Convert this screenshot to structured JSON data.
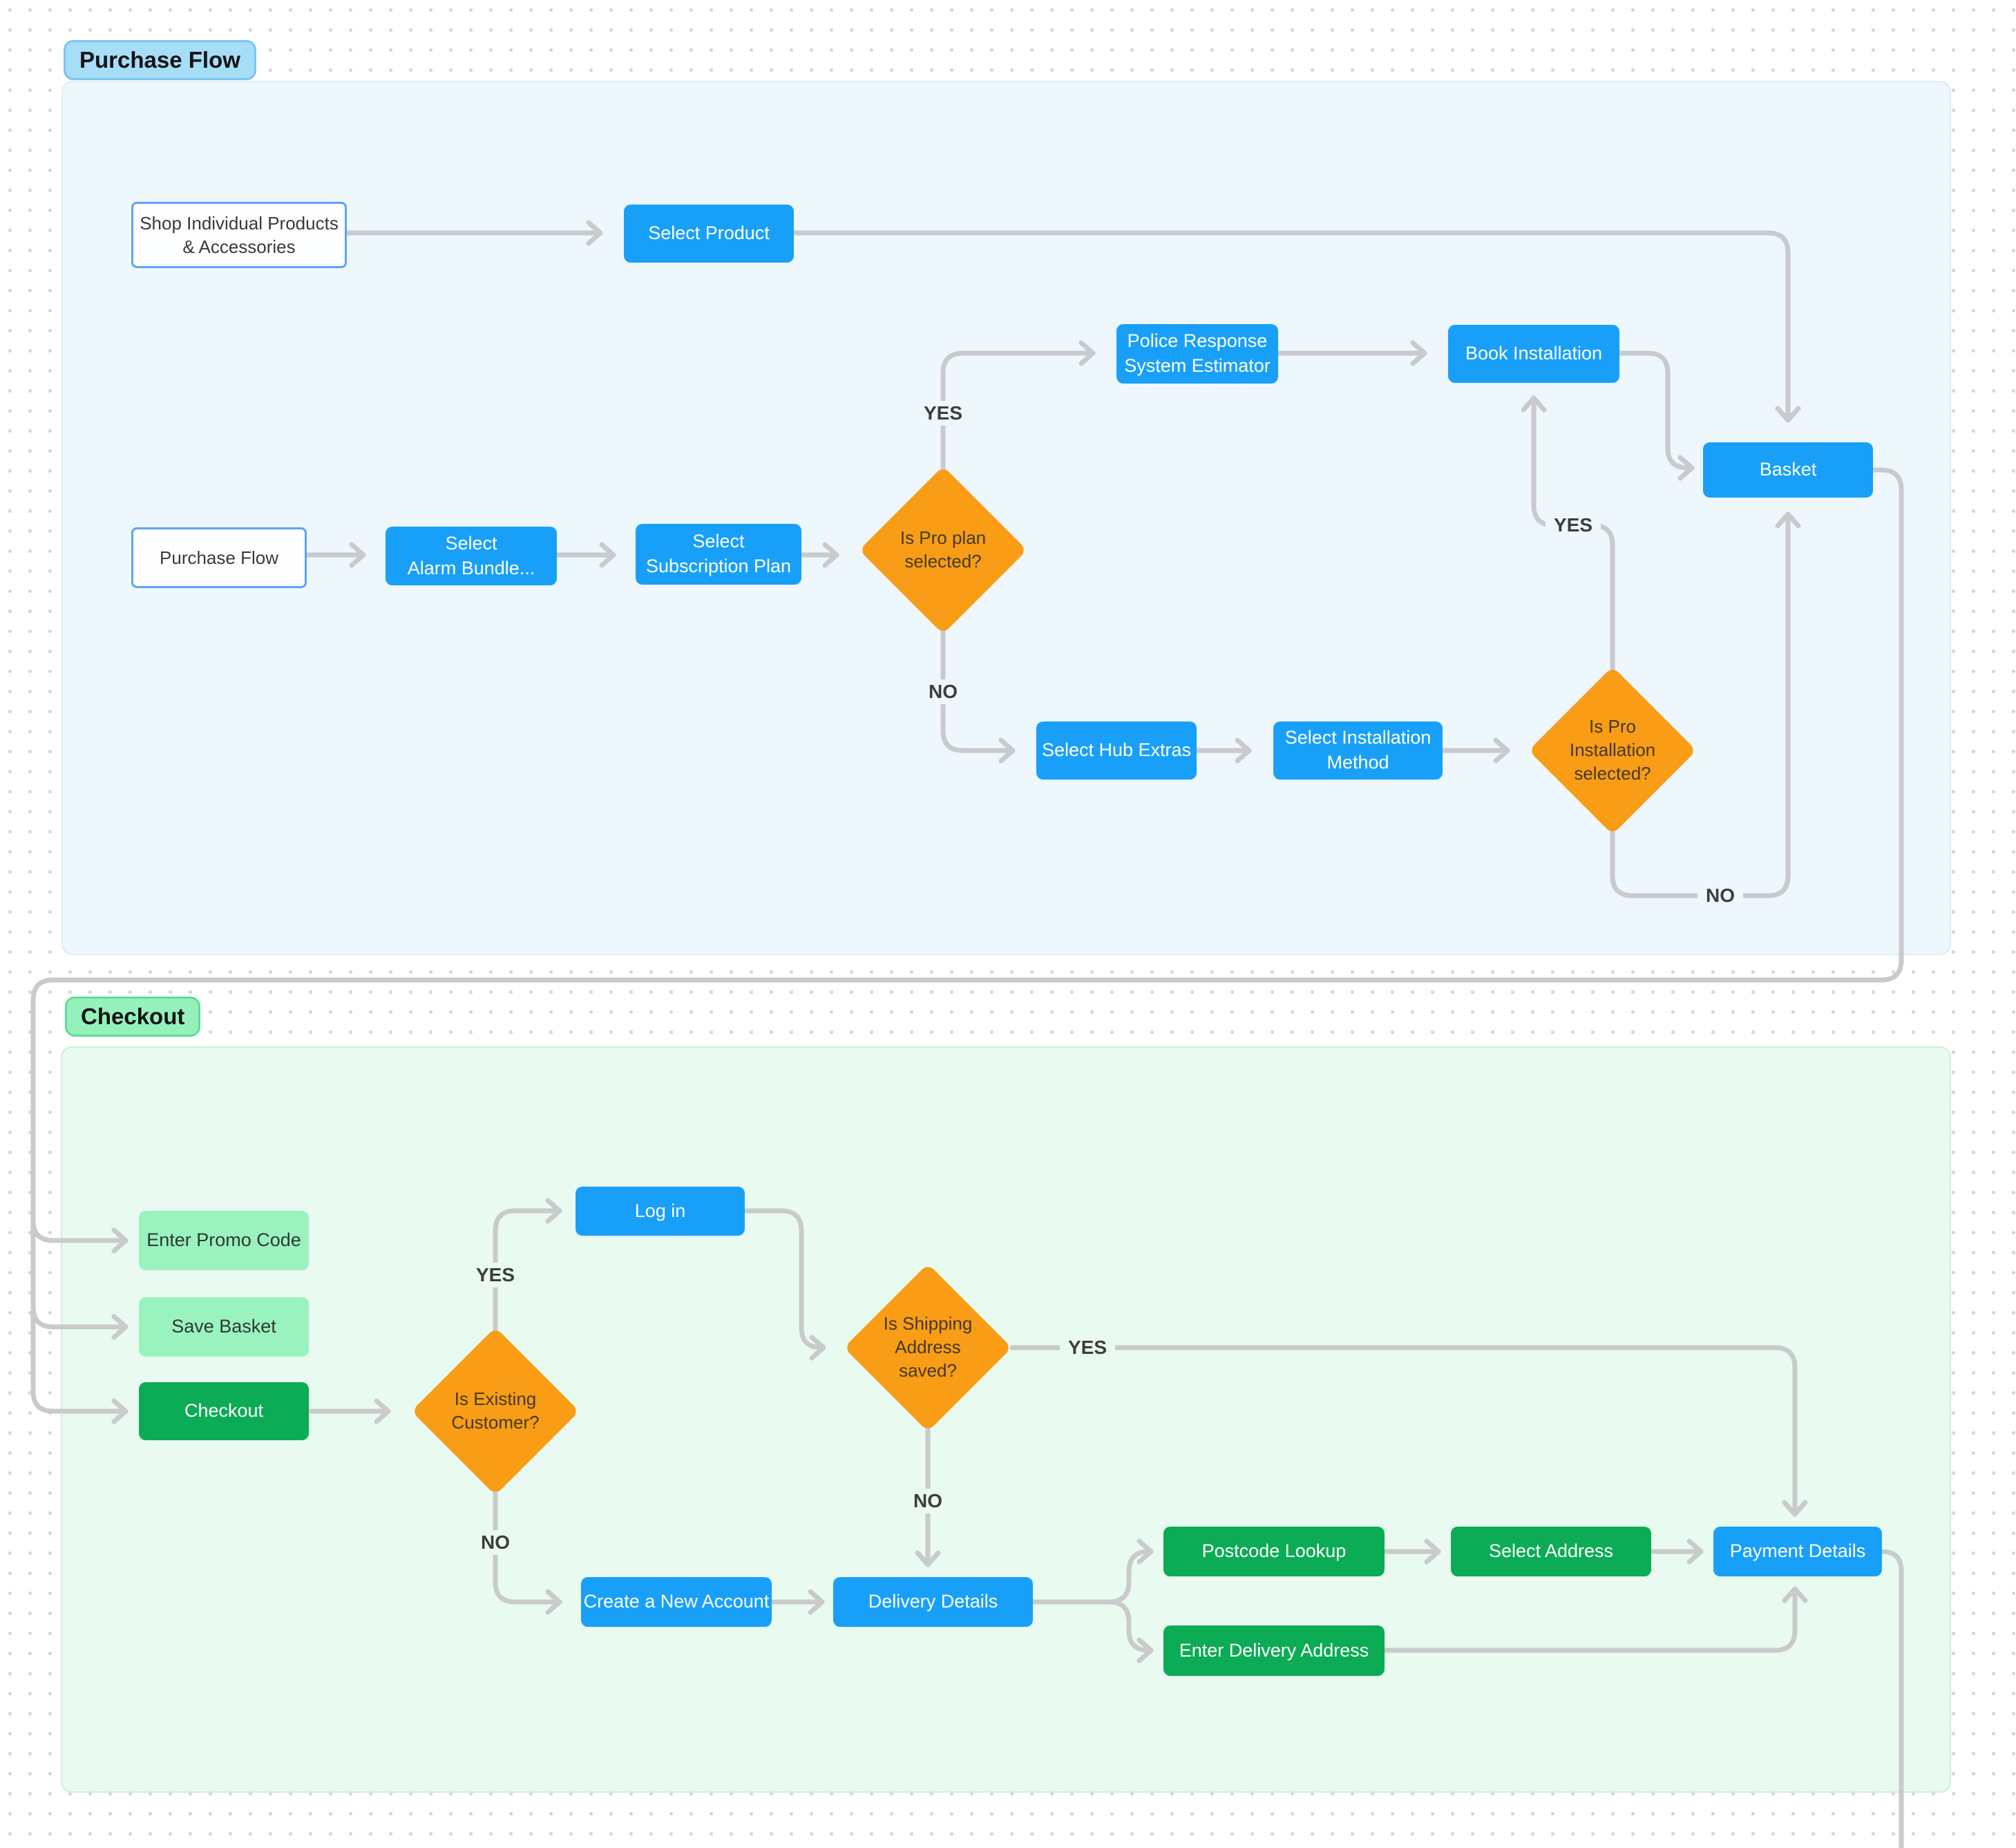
{
  "sections": {
    "purchase": {
      "label": "Purchase Flow"
    },
    "checkout": {
      "label": "Checkout"
    }
  },
  "nodes": {
    "shop_individual": {
      "label": "Shop Individual Products\n& Accessories",
      "type": "start"
    },
    "select_product": {
      "label": "Select Product",
      "type": "process"
    },
    "police_response": {
      "label": "Police Response\nSystem Estimator",
      "type": "process"
    },
    "book_installation": {
      "label": "Book Installation",
      "type": "process"
    },
    "basket": {
      "label": "Basket",
      "type": "process"
    },
    "purchase_flow_start": {
      "label": "Purchase Flow",
      "type": "start"
    },
    "select_alarm_bundle": {
      "label": "Select\nAlarm Bundle...",
      "type": "process"
    },
    "select_subscription_plan": {
      "label": "Select\nSubscription Plan",
      "type": "process"
    },
    "is_pro_plan": {
      "label": "Is Pro plan\nselected?",
      "type": "decision"
    },
    "select_hub_extras": {
      "label": "Select Hub Extras",
      "type": "process"
    },
    "select_installation_method": {
      "label": "Select Installation\nMethod",
      "type": "process"
    },
    "is_pro_installation": {
      "label": "Is Pro\nInstallation\nselected?",
      "type": "decision"
    },
    "enter_promo_code": {
      "label": "Enter Promo Code",
      "type": "option"
    },
    "save_basket": {
      "label": "Save Basket",
      "type": "option"
    },
    "checkout": {
      "label": "Checkout",
      "type": "action"
    },
    "is_existing_customer": {
      "label": "Is Existing\nCustomer?",
      "type": "decision"
    },
    "log_in": {
      "label": "Log in",
      "type": "process"
    },
    "is_shipping_saved": {
      "label": "Is Shipping\nAddress\nsaved?",
      "type": "decision"
    },
    "create_account": {
      "label": "Create a New Account",
      "type": "process"
    },
    "delivery_details": {
      "label": "Delivery Details",
      "type": "process"
    },
    "postcode_lookup": {
      "label": "Postcode Lookup",
      "type": "action"
    },
    "select_address": {
      "label": "Select Address",
      "type": "action"
    },
    "enter_delivery_address": {
      "label": "Enter Delivery Address",
      "type": "action"
    },
    "payment_details": {
      "label": "Payment Details",
      "type": "process"
    }
  },
  "edges": {
    "pro_plan_yes": "YES",
    "pro_plan_no": "NO",
    "pro_install_yes": "YES",
    "pro_install_no": "NO",
    "existing_yes": "YES",
    "existing_no": "NO",
    "shipping_yes": "YES",
    "shipping_no": "NO"
  },
  "colors": {
    "process_blue": "#18a0f8",
    "action_green": "#0cab55",
    "option_light_green": "#9af2bf",
    "decision_orange": "#f99d16",
    "connector_gray": "#c9cacc",
    "purchase_section_bg": "#edf7fc",
    "purchase_badge_bg": "#a6ddf7",
    "checkout_section_bg": "#e9faf0",
    "checkout_badge_bg": "#95f1bb"
  }
}
